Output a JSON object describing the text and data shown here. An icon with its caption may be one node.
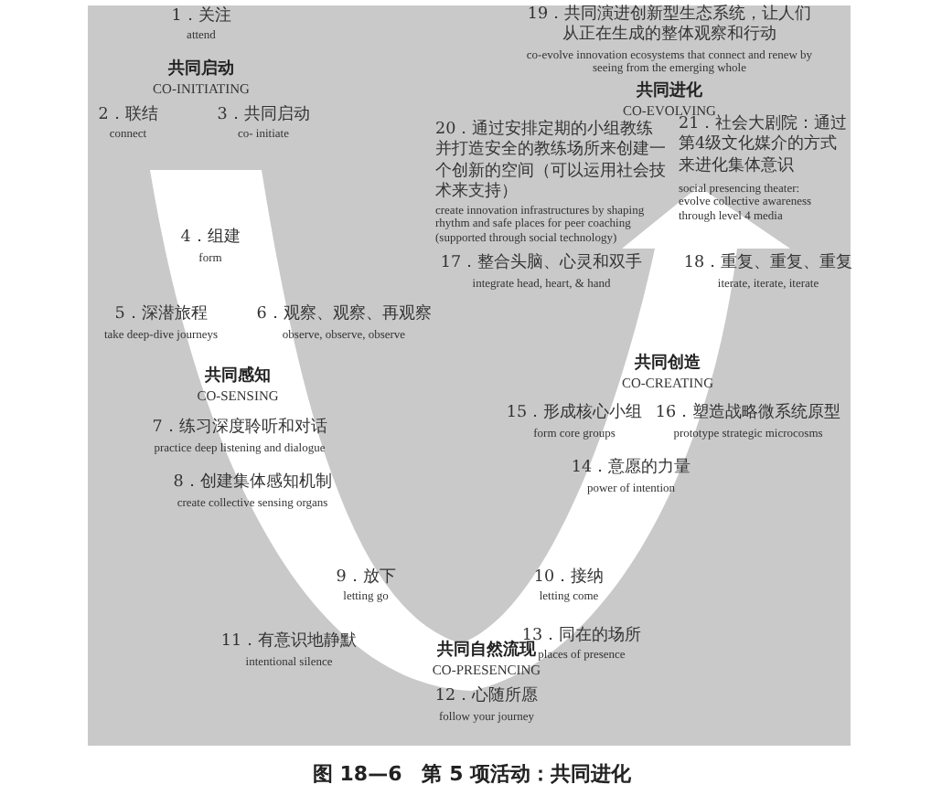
{
  "diagram": {
    "caption": "图 18—6　第 5 项活动：共同进化",
    "labels": [
      "1．关注",
      "attend",
      "共同启动",
      "CO-INITIATING",
      "2．联结",
      "connect",
      "3．共同启动",
      "co- initiate",
      "4．组建",
      "form",
      "5．深潜旅程",
      "take deep-dive journeys",
      "6．观察、观察、再观察",
      "observe, observe, observe",
      "共同感知",
      "CO-SENSING",
      "7．练习深度聆听和对话",
      "practice deep listening and dialogue",
      "8．创建集体感知机制",
      "create collective sensing organs",
      "9．放下",
      "letting go",
      "10．接纳",
      "letting come",
      "11．有意识地静默",
      "intentional silence",
      "共同自然流现",
      "CO-PRESENCING",
      "13．同在的场所",
      "places of presence",
      "12．心随所愿",
      "follow your journey",
      "19．共同演进创新型生态系统，让人们从正在生成的整体观察和行动",
      "co-evolve innovation ecosystems that connect and renew by seeing from the emerging whole",
      "共同进化",
      "CO-EVOLVING",
      "20．通过安排定期的小组教练并打造安全的教练场所来创建一个创新的空间（可以运用社会技术来支持）",
      "create innovation infrastructures by shaping rhythm and safe places for peer coaching (supported through social technology)",
      "21．社会大剧院：通过第4级文化媒介的方式来进化集体意识",
      "social presencing theater: evolve collective awareness through level 4 media",
      "17．整合头脑、心灵和双手",
      "integrate head, heart, & hand",
      "18．重复、重复、重复",
      "iterate, iterate, iterate",
      "共同创造",
      "CO-CREATING",
      "15．形成核心小组",
      "form core groups",
      "16．塑造战略微系统原型",
      "prototype strategic microcosms",
      "14．意愿的力量",
      "power of intention"
    ]
  }
}
